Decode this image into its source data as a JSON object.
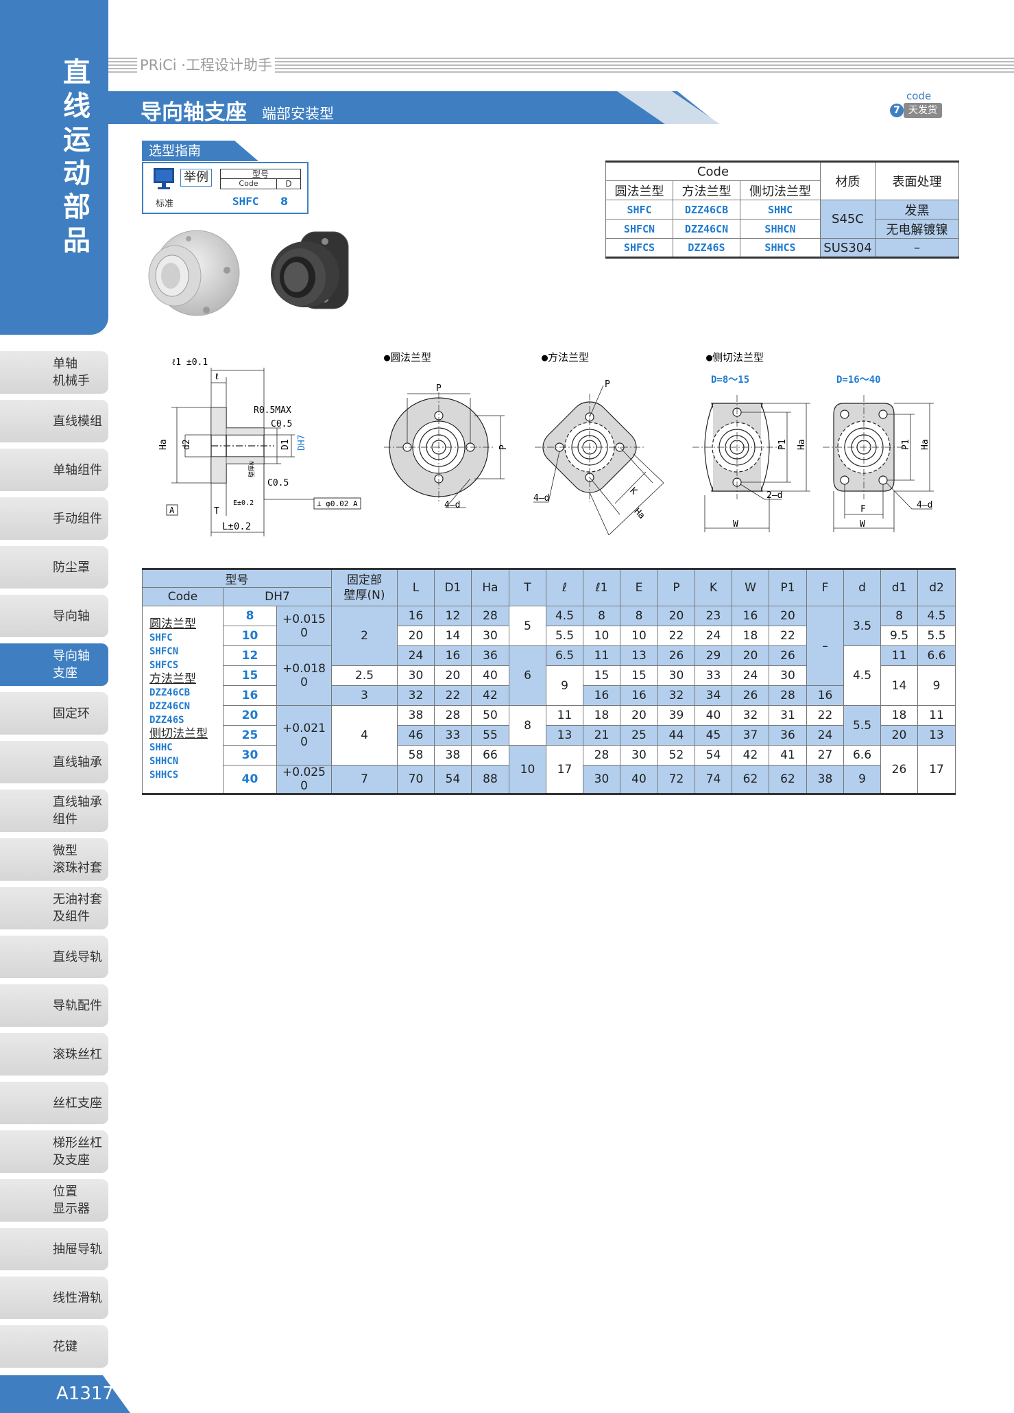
{
  "sidebar": {
    "title": "直线运动部品",
    "items": [
      {
        "label": "单轴\n机械手"
      },
      {
        "label": "直线模组"
      },
      {
        "label": "单轴组件"
      },
      {
        "label": "手动组件"
      },
      {
        "label": "防尘罩"
      },
      {
        "label": "导向轴"
      },
      {
        "label": "导向轴\n支座"
      },
      {
        "label": "固定环"
      },
      {
        "label": "直线轴承"
      },
      {
        "label": "直线轴承\n组件"
      },
      {
        "label": "微型\n滚珠衬套"
      },
      {
        "label": "无油衬套\n及组件"
      },
      {
        "label": "直线导轨"
      },
      {
        "label": "导轨配件"
      },
      {
        "label": "滚珠丝杠"
      },
      {
        "label": "丝杠支座"
      },
      {
        "label": "梯形丝杠\n及支座"
      },
      {
        "label": "位置\n显示器"
      },
      {
        "label": "抽屉导轨"
      },
      {
        "label": "线性滑轨"
      },
      {
        "label": "花键"
      }
    ],
    "active_index": 6
  },
  "page_number": "A1317",
  "header": {
    "brand": "PRiCi ·工程设计助手",
    "title": "导向轴支座",
    "subtitle": "端部安装型",
    "badge_code": "code",
    "badge_num": "7",
    "badge_text": "天发货"
  },
  "guide": {
    "tab": "选型指南",
    "example": "举例",
    "model": "型号",
    "code": "Code",
    "d": "D",
    "standard": "标准",
    "example_code": "SHFC",
    "example_d": "8"
  },
  "code_table": {
    "header_code": "Code",
    "header_material": "材质",
    "header_surface": "表面处理",
    "types": [
      "圆法兰型",
      "方法兰型",
      "侧切法兰型"
    ],
    "rows": [
      {
        "codes": [
          "SHFC",
          "DZZ46CB",
          "SHHC"
        ],
        "surface": "发黑"
      },
      {
        "codes": [
          "SHFCN",
          "DZZ46CN",
          "SHHCN"
        ],
        "surface": "无电解镀镍"
      },
      {
        "codes": [
          "SHFCS",
          "DZZ46S",
          "SHHCS"
        ],
        "surface": "–"
      }
    ],
    "materials": [
      "S45C",
      "SUS304"
    ]
  },
  "drawings": {
    "label_l1": "ℓ1 ±0.1",
    "label_l": "ℓ",
    "label_r": "R0.5MAX",
    "label_c1": "C0.5",
    "label_c2": "C0.5",
    "label_ha": "Ha",
    "label_d2": "d2",
    "label_d1": "D1",
    "label_dh7": "DH7",
    "label_wall": "壁厚N",
    "label_e": "E±0.2",
    "label_perp": "⊥ φ0.02 A",
    "label_a": "A",
    "label_t": "T",
    "label_L": "L±0.2",
    "round_title": "●圆法兰型",
    "square_title": "●方法兰型",
    "side_title": "●侧切法兰型",
    "side_range1": "D=8～15",
    "side_range2": "D=16～40",
    "label_p": "P",
    "label_4d": "4–d",
    "label_k": "K",
    "label_2d": "2–d",
    "label_p1": "P1",
    "label_w": "W",
    "label_f": "F"
  },
  "dims": {
    "headers": {
      "model": "型号",
      "code": "Code",
      "dh7": "DH7",
      "wall": "固定部\n壁厚(N)",
      "cols": [
        "L",
        "D1",
        "Ha",
        "T",
        "ℓ",
        "ℓ1",
        "E",
        "P",
        "K",
        "W",
        "P1",
        "F",
        "d",
        "d1",
        "d2"
      ]
    },
    "code_groups": [
      {
        "type": "圆法兰型",
        "codes": [
          "SHFC",
          "SHFCN",
          "SHFCS"
        ]
      },
      {
        "type": "方法兰型",
        "codes": [
          "DZZ46CB",
          "DZZ46CN",
          "DZZ46S"
        ]
      },
      {
        "type": "侧切法兰型",
        "codes": [
          "SHHC",
          "SHHCN",
          "SHHCS"
        ]
      }
    ],
    "d_values": [
      "8",
      "10",
      "12",
      "15",
      "16",
      "20",
      "25",
      "30",
      "40"
    ],
    "tolerances": [
      {
        "upper": "+0.015",
        "lower": "0"
      },
      {
        "upper": "+0.018",
        "lower": "0"
      },
      {
        "upper": "+0.021",
        "lower": "0"
      },
      {
        "upper": "+0.025",
        "lower": "0"
      }
    ],
    "wall": [
      "2",
      "2.5",
      "3",
      "4",
      "7"
    ],
    "L": [
      "16",
      "20",
      "24",
      "30",
      "32",
      "38",
      "46",
      "58",
      "70"
    ],
    "D1": [
      "12",
      "14",
      "16",
      "20",
      "22",
      "28",
      "33",
      "38",
      "54"
    ],
    "Ha": [
      "28",
      "30",
      "36",
      "40",
      "42",
      "50",
      "55",
      "66",
      "88"
    ],
    "T": [
      "5",
      "6",
      "8",
      "10"
    ],
    "l": [
      "4.5",
      "5.5",
      "6.5",
      "9",
      "11",
      "13",
      "17"
    ],
    "l1": [
      "8",
      "10",
      "11",
      "15",
      "16",
      "18",
      "21",
      "28",
      "30"
    ],
    "E": [
      "8",
      "10",
      "13",
      "15",
      "16",
      "20",
      "25",
      "30",
      "40"
    ],
    "P": [
      "20",
      "22",
      "26",
      "30",
      "32",
      "39",
      "44",
      "52",
      "72"
    ],
    "K": [
      "23",
      "24",
      "29",
      "33",
      "34",
      "40",
      "45",
      "54",
      "74"
    ],
    "W": [
      "16",
      "18",
      "20",
      "24",
      "26",
      "32",
      "37",
      "42",
      "62"
    ],
    "P1": [
      "20",
      "22",
      "26",
      "30",
      "28",
      "31",
      "36",
      "41",
      "62"
    ],
    "F": [
      "–",
      "16",
      "22",
      "24",
      "27",
      "38"
    ],
    "d": [
      "3.5",
      "4.5",
      "5.5",
      "6.6",
      "9"
    ],
    "d1": [
      "8",
      "9.5",
      "11",
      "14",
      "18",
      "20",
      "26"
    ],
    "d2": [
      "4.5",
      "5.5",
      "6.6",
      "9",
      "11",
      "13",
      "17"
    ]
  },
  "colors": {
    "brand_blue": "#3f7fc1",
    "cell_blue": "#b3cfed",
    "code_blue": "#1f7bd0"
  }
}
